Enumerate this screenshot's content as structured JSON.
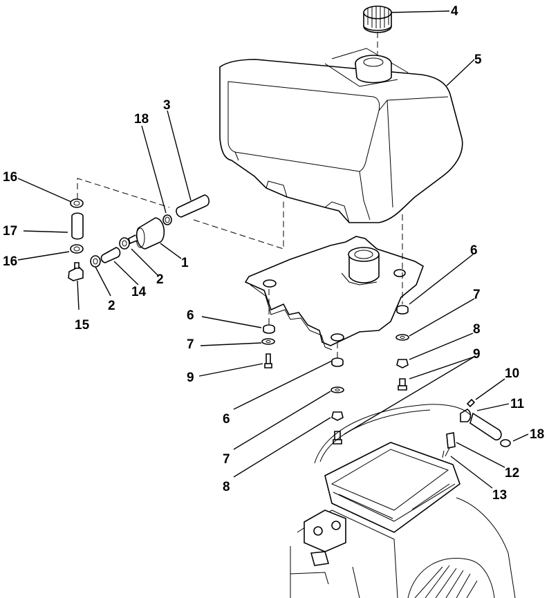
{
  "diagram": {
    "callouts": {
      "c1": "1",
      "c2a": "2",
      "c2b": "2",
      "c3": "3",
      "c4": "4",
      "c5": "5",
      "c6a": "6",
      "c6b": "6",
      "c6c": "6",
      "c7a": "7",
      "c7b": "7",
      "c7c": "7",
      "c8a": "8",
      "c8b": "8",
      "c9a": "9",
      "c9b": "9",
      "c10": "10",
      "c11": "11",
      "c12": "12",
      "c13": "13",
      "c14": "14",
      "c15": "15",
      "c16a": "16",
      "c16b": "16",
      "c17": "17",
      "c18a": "18",
      "c18b": "18"
    }
  }
}
